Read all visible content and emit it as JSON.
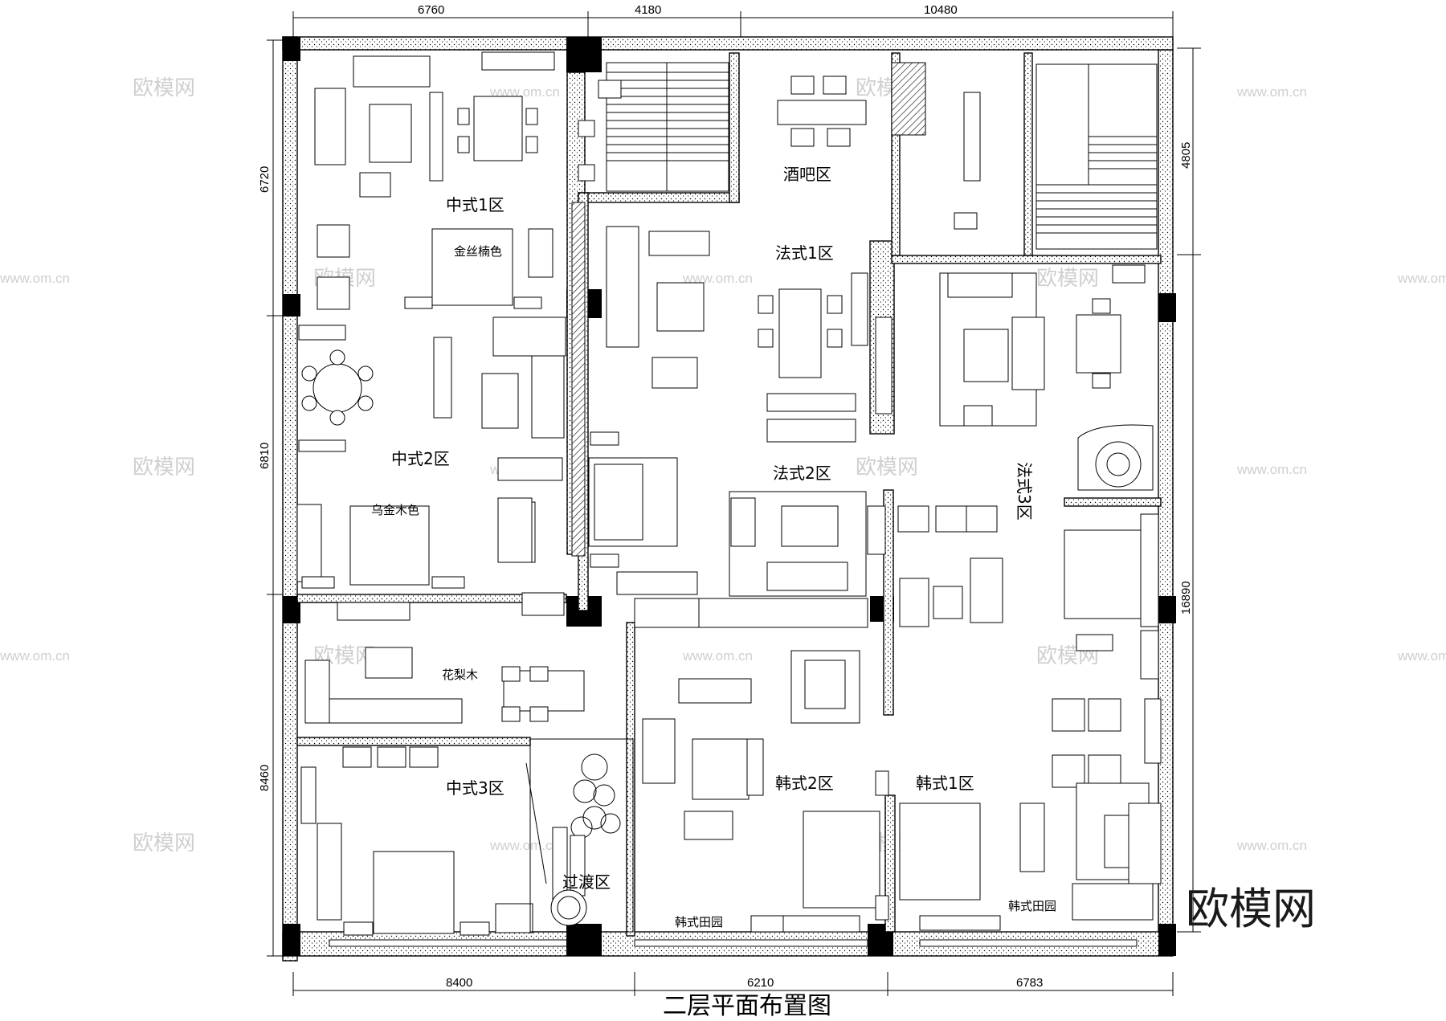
{
  "title": "二层平面布置图",
  "brand": "欧模网",
  "watermark": {
    "text": "欧模网",
    "url": "www.om.cn"
  },
  "dimensions": {
    "top": [
      "6760",
      "4180",
      "10480"
    ],
    "bottom": [
      "8400",
      "6210",
      "6783"
    ],
    "left": [
      "6720",
      "6810",
      "8460"
    ],
    "right": [
      "4805",
      "16890"
    ]
  },
  "zones": {
    "zh1": "中式1区",
    "zh2": "中式2区",
    "zh3": "中式3区",
    "fr1": "法式1区",
    "fr2": "法式2区",
    "fr3": "法式3区",
    "bar": "酒吧区",
    "kr1": "韩式1区",
    "kr2": "韩式2区",
    "transition": "过渡区"
  },
  "labels": {
    "jinsi": "金丝楠色",
    "wujin": "乌金木色",
    "huali": "花梨木",
    "kr_garden_1": "韩式田园",
    "kr_garden_2": "韩式田园"
  }
}
